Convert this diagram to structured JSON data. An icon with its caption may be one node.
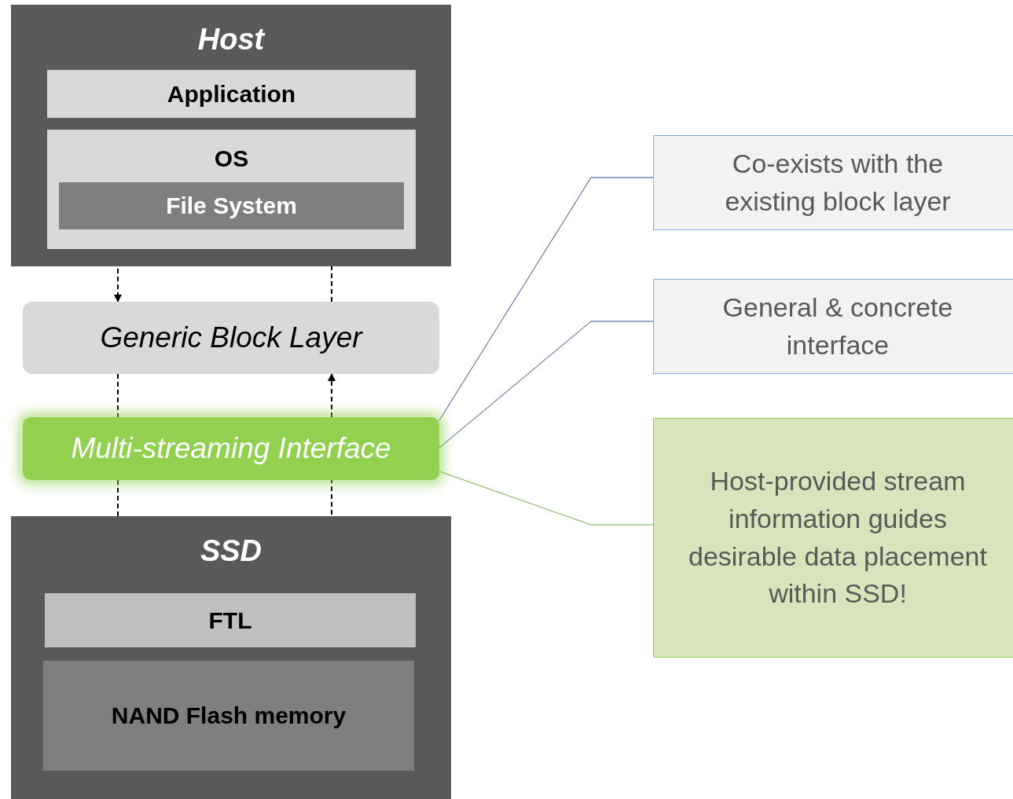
{
  "diagram": {
    "nodes": [
      {
        "text": [
          "Host"
        ]
      },
      {
        "text": [
          "Application"
        ],
        "in": 0
      },
      {
        "text": [
          "OS"
        ],
        "in": 0
      },
      {
        "text": [
          "File System"
        ],
        "in": 2
      },
      {
        "text": [
          "Generic Block Layer"
        ]
      },
      {
        "text": [
          "Multi-streaming Interface"
        ]
      },
      {
        "text": [
          "SSD"
        ]
      },
      {
        "text": [
          "FTL"
        ],
        "in": 6
      },
      {
        "text": [
          "NAND Flash memory"
        ],
        "in": 6
      },
      {
        "text": [
          "Co-exists with the existing block layer"
        ]
      },
      {
        "text": [
          "General & concrete interface"
        ]
      },
      {
        "text": [
          "Host-provided stream information guides desirable data placement within SSD!"
        ]
      }
    ],
    "edges": [
      {
        "from": 3,
        "to": 4,
        "arrow": "to",
        "style": "dashed"
      },
      {
        "from": 4,
        "to": 3,
        "arrow": "to",
        "style": "dashed"
      },
      {
        "from": 4,
        "to": 5,
        "arrow": "none",
        "style": "dashed"
      },
      {
        "from": 5,
        "to": 4,
        "arrow": "to",
        "style": "dashed"
      },
      {
        "from": 5,
        "to": 7,
        "arrow": "to",
        "style": "dashed"
      },
      {
        "from": 7,
        "to": 5,
        "arrow": "none",
        "style": "dashed"
      },
      {
        "from": 9,
        "to": 5,
        "arrow": "none",
        "color": "#2f5597"
      },
      {
        "from": 10,
        "to": 5,
        "arrow": "none",
        "color": "#2f5597"
      },
      {
        "from": 11,
        "to": 5,
        "arrow": "none",
        "color": "#70ad47"
      }
    ]
  }
}
